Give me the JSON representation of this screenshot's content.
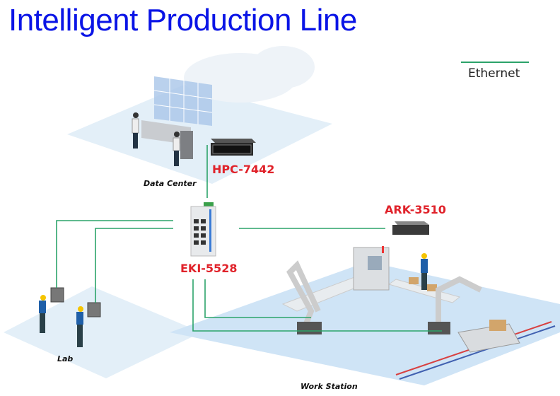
{
  "title": "Intelligent Production Line",
  "legend": {
    "label": "Ethernet",
    "color": "#2ca36a"
  },
  "devices": {
    "server": "HPC-7442",
    "switch": "EKI-5528",
    "box_pc": "ARK-3510"
  },
  "areas": {
    "data_center": "Data Center",
    "lab": "Lab",
    "work_station": "Work Station"
  }
}
